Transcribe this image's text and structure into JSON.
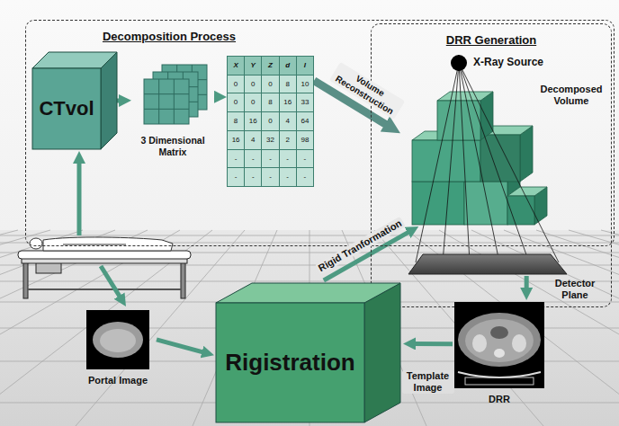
{
  "diagram": {
    "nodes": [
      {
        "text": [
          "Decomposition Process"
        ]
      },
      {
        "text": [
          "CTvol"
        ],
        "in": 0
      },
      {
        "text": [
          "3 Dimensional Matrix"
        ],
        "in": 0
      },
      {
        "text": [
          "X",
          "Y",
          "Z",
          "d",
          "I",
          "0",
          "0",
          "0",
          "8",
          "10",
          "0",
          "0",
          "8",
          "16",
          "33",
          "8",
          "16",
          "0",
          "4",
          "64",
          "16",
          "4",
          "32",
          "2",
          "98",
          "-",
          "-",
          "-",
          "-",
          "-",
          "-",
          "-",
          "-",
          "-",
          "-"
        ],
        "in": 0
      },
      {
        "text": [
          "DRR Generation"
        ]
      },
      {
        "text": [
          "X-Ray Source"
        ],
        "in": 4
      },
      {
        "text": [
          "Decomposed Volume"
        ],
        "in": 4
      },
      {
        "text": [
          "Detector Plane"
        ],
        "in": 4
      },
      {
        "text": [
          "DRR"
        ]
      },
      {
        "text": [
          "Rigistration"
        ]
      },
      {
        "text": [
          "Portal Image"
        ]
      }
    ],
    "edges": [
      {
        "from": 1,
        "to": 2,
        "arrow": "to"
      },
      {
        "from": 2,
        "to": 3,
        "arrow": "to"
      },
      {
        "from": 3,
        "to": 6,
        "arrow": "to",
        "label": "Volume Reconstruction"
      },
      {
        "from": 7,
        "to": 8,
        "arrow": "to"
      },
      {
        "from": 8,
        "to": 9,
        "arrow": "to",
        "label": "Template Image"
      },
      {
        "from": 10,
        "to": 9,
        "arrow": "to"
      },
      {
        "from": 9,
        "to": 6,
        "arrow": "to",
        "label": "Rigid Tranformation"
      }
    ]
  }
}
